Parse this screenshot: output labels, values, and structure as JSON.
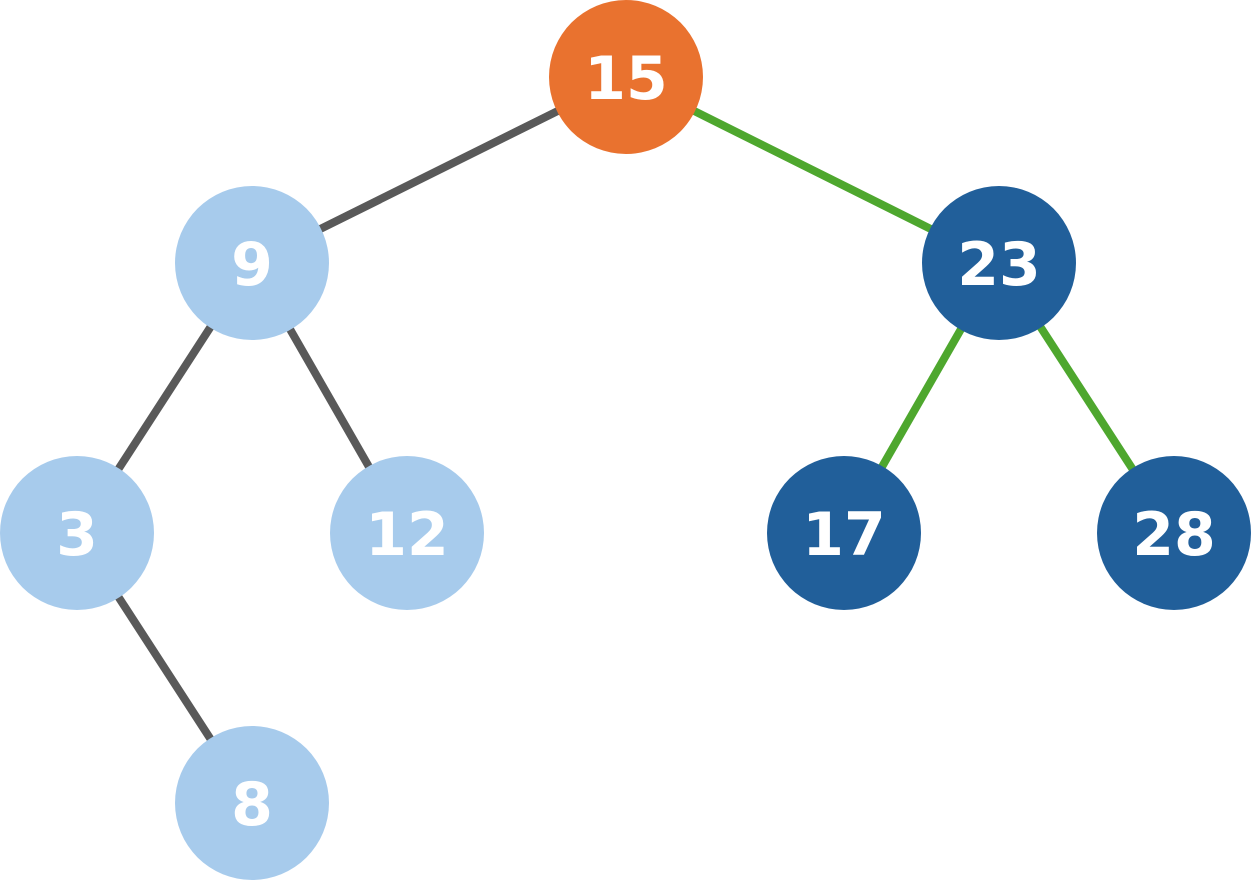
{
  "tree": {
    "colors": {
      "root": "#E9722F",
      "left_subtree": "#A7CBEC",
      "right_subtree": "#215F9A",
      "edge_default": "#595959",
      "edge_highlight": "#4EA72E",
      "label": "#FFFFFF"
    },
    "nodes": [
      {
        "id": "n15",
        "label": "15",
        "group": "root"
      },
      {
        "id": "n9",
        "label": "9",
        "group": "left_subtree"
      },
      {
        "id": "n23",
        "label": "23",
        "group": "right_subtree"
      },
      {
        "id": "n3",
        "label": "3",
        "group": "left_subtree"
      },
      {
        "id": "n12",
        "label": "12",
        "group": "left_subtree"
      },
      {
        "id": "n17",
        "label": "17",
        "group": "right_subtree"
      },
      {
        "id": "n28",
        "label": "28",
        "group": "right_subtree"
      },
      {
        "id": "n8",
        "label": "8",
        "group": "left_subtree"
      }
    ],
    "edges": [
      {
        "from": "n15",
        "to": "n9",
        "style": "edge_default"
      },
      {
        "from": "n15",
        "to": "n23",
        "style": "edge_highlight"
      },
      {
        "from": "n9",
        "to": "n3",
        "style": "edge_default"
      },
      {
        "from": "n9",
        "to": "n12",
        "style": "edge_default"
      },
      {
        "from": "n23",
        "to": "n17",
        "style": "edge_highlight"
      },
      {
        "from": "n23",
        "to": "n28",
        "style": "edge_highlight"
      },
      {
        "from": "n3",
        "to": "n8",
        "style": "edge_default"
      }
    ]
  }
}
